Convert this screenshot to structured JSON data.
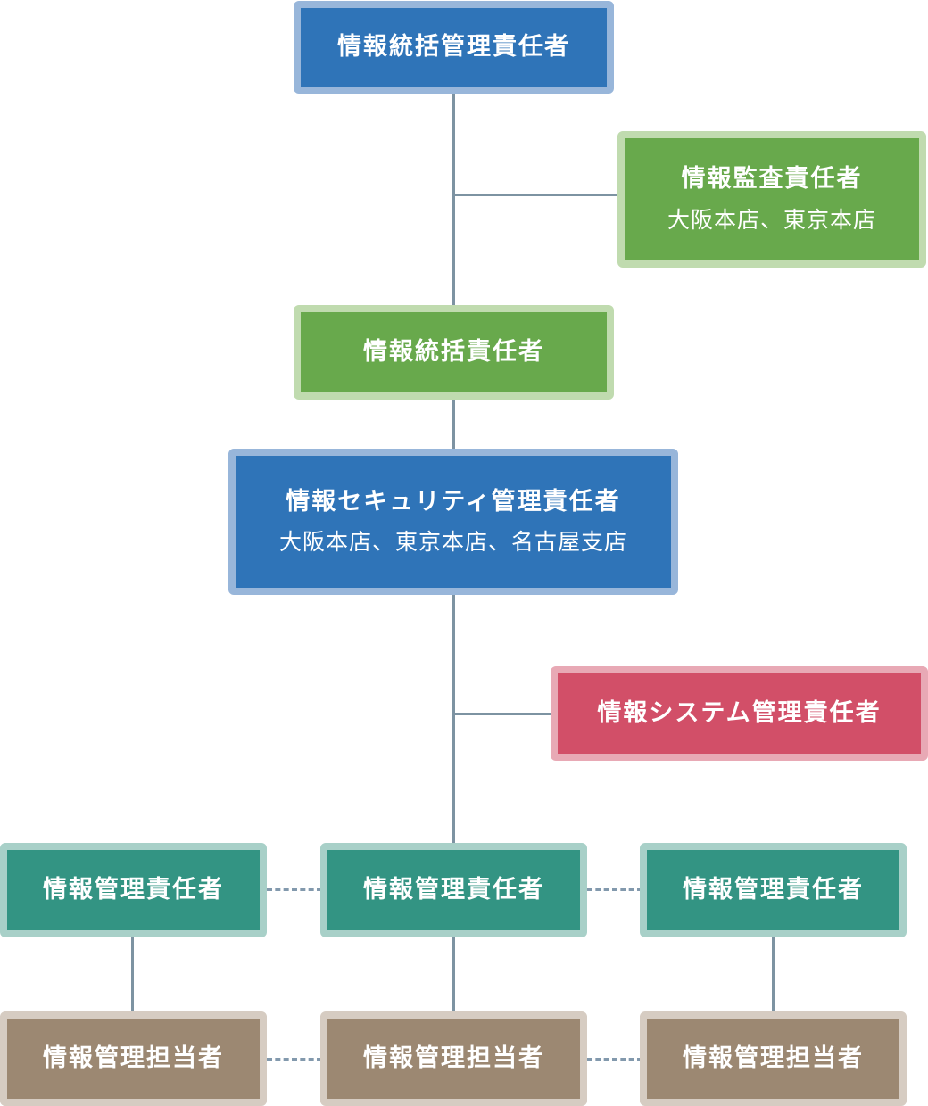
{
  "colors": {
    "blue": "#2f74b8",
    "green": "#68a94c",
    "red": "#d24f68",
    "teal": "#339483",
    "brown": "#9c8872",
    "connector": "#7d93a2"
  },
  "chart": {
    "top": {
      "title": "情報統括管理責任者"
    },
    "audit": {
      "title": "情報監査責任者",
      "sub": "大阪本店、東京本店"
    },
    "supervisor": {
      "title": "情報統括責任者"
    },
    "security": {
      "title": "情報セキュリティ管理責任者",
      "sub": "大阪本店、東京本店、名古屋支店"
    },
    "system": {
      "title": "情報システム管理責任者"
    },
    "managers": [
      {
        "title": "情報管理責任者"
      },
      {
        "title": "情報管理責任者"
      },
      {
        "title": "情報管理責任者"
      }
    ],
    "staff": [
      {
        "title": "情報管理担当者"
      },
      {
        "title": "情報管理担当者"
      },
      {
        "title": "情報管理担当者"
      }
    ]
  }
}
